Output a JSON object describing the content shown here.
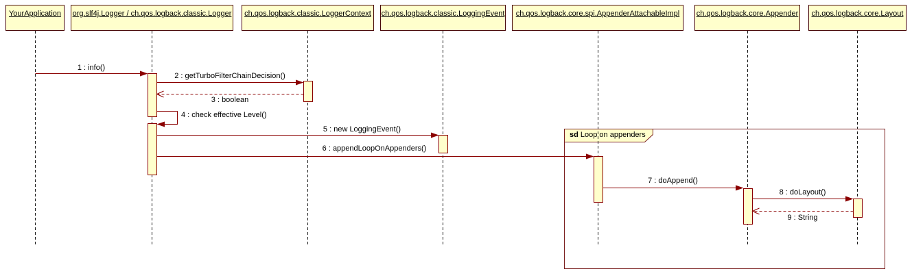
{
  "participants": [
    {
      "label": "YourApplication"
    },
    {
      "label": "org.slf4j.Logger / ch.qos.logback.classic.Logger"
    },
    {
      "label": "ch.qos.logback.classic.LoggerContext"
    },
    {
      "label": "ch.qos.logback.classic.LoggingEvent"
    },
    {
      "label": "ch.qos.logback.core.spi.AppenderAttachableImpl"
    },
    {
      "label": "ch.qos.logback.core.Appender"
    },
    {
      "label": "ch.qos.logback.core.Layout"
    }
  ],
  "messages": [
    {
      "label": "1 : info()",
      "type": "call",
      "from": "YourApplication",
      "to": "org.slf4j.Logger / ch.qos.logback.classic.Logger"
    },
    {
      "label": "2 : getTurboFilterChainDecision()",
      "type": "call",
      "from": "org.slf4j.Logger / ch.qos.logback.classic.Logger",
      "to": "ch.qos.logback.classic.LoggerContext"
    },
    {
      "label": "3 : boolean",
      "type": "return",
      "from": "ch.qos.logback.classic.LoggerContext",
      "to": "org.slf4j.Logger / ch.qos.logback.classic.Logger"
    },
    {
      "label": "4 : check effective Level()",
      "type": "self-call",
      "from": "org.slf4j.Logger / ch.qos.logback.classic.Logger",
      "to": "org.slf4j.Logger / ch.qos.logback.classic.Logger"
    },
    {
      "label": "5 : new LoggingEvent()",
      "type": "call",
      "from": "org.slf4j.Logger / ch.qos.logback.classic.Logger",
      "to": "ch.qos.logback.classic.LoggingEvent"
    },
    {
      "label": "6 : appendLoopOnAppenders()",
      "type": "call",
      "from": "org.slf4j.Logger / ch.qos.logback.classic.Logger",
      "to": "ch.qos.logback.core.spi.AppenderAttachableImpl"
    },
    {
      "label": "7 : doAppend()",
      "type": "call",
      "from": "ch.qos.logback.core.spi.AppenderAttachableImpl",
      "to": "ch.qos.logback.core.Appender"
    },
    {
      "label": "8 : doLayout()",
      "type": "call",
      "from": "ch.qos.logback.core.Appender",
      "to": "ch.qos.logback.core.Layout"
    },
    {
      "label": "9 : String",
      "type": "return",
      "from": "ch.qos.logback.core.Layout",
      "to": "ch.qos.logback.core.Appender"
    }
  ],
  "frame": {
    "keyword": "sd",
    "label": "Loop on appenders"
  },
  "colors": {
    "participant_fill": "#ffffcc",
    "participant_border": "#4a0a0a",
    "message_line": "#8b0000",
    "lifeline": "#1a1a1a",
    "frame_border": "#7a1f1f"
  }
}
